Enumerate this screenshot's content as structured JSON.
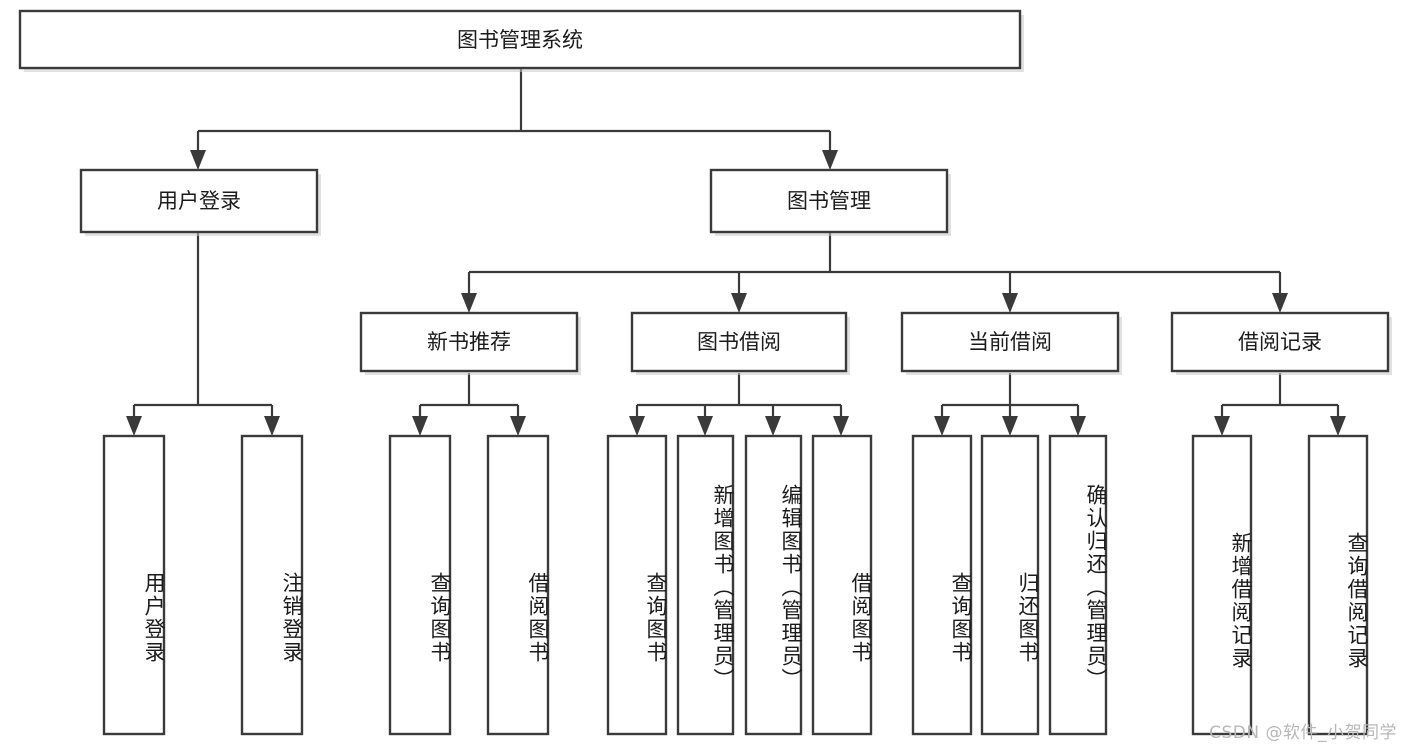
{
  "diagram": {
    "title": "图书管理系统",
    "type": "tree-hierarchy-chart",
    "watermark": "CSDN @软件_小贺同学",
    "colors": {
      "box_stroke": "#3a3a3a",
      "box_fill": "#ffffff",
      "connector": "#3a3a3a",
      "text": "#1b1b1b",
      "watermark": "#b7b7b7",
      "background": "#ffffff"
    },
    "levels": {
      "root": {
        "label": "图书管理系统"
      },
      "level2": [
        {
          "id": "user-login",
          "label": "用户登录"
        },
        {
          "id": "book-management",
          "label": "图书管理"
        }
      ],
      "level3": [
        {
          "id": "new-book-recommend",
          "label": "新书推荐"
        },
        {
          "id": "book-borrow",
          "label": "图书借阅"
        },
        {
          "id": "current-borrow",
          "label": "当前借阅"
        },
        {
          "id": "borrow-record",
          "label": "借阅记录"
        }
      ],
      "leaves": {
        "user_login": [
          {
            "id": "leaf-user-login",
            "label": "用户登录"
          },
          {
            "id": "leaf-logout",
            "label": "注销登录"
          }
        ],
        "new_book_recommend": [
          {
            "id": "leaf-query-book-1",
            "label": "查询图书"
          },
          {
            "id": "leaf-borrow-book-1",
            "label": "借阅图书"
          }
        ],
        "book_borrow": [
          {
            "id": "leaf-query-book-2",
            "label": "查询图书"
          },
          {
            "id": "leaf-add-book",
            "label": "新增图书（管理员）"
          },
          {
            "id": "leaf-edit-book",
            "label": "编辑图书（管理员）"
          },
          {
            "id": "leaf-borrow-book-2",
            "label": "借阅图书"
          }
        ],
        "current_borrow": [
          {
            "id": "leaf-query-book-3",
            "label": "查询图书"
          },
          {
            "id": "leaf-return-book",
            "label": "归还图书"
          },
          {
            "id": "leaf-confirm-return",
            "label": "确认归还（管理员）"
          }
        ],
        "borrow_record": [
          {
            "id": "leaf-add-record",
            "label": "新增借阅记录"
          },
          {
            "id": "leaf-query-record",
            "label": "查询借阅记录"
          }
        ]
      }
    }
  }
}
